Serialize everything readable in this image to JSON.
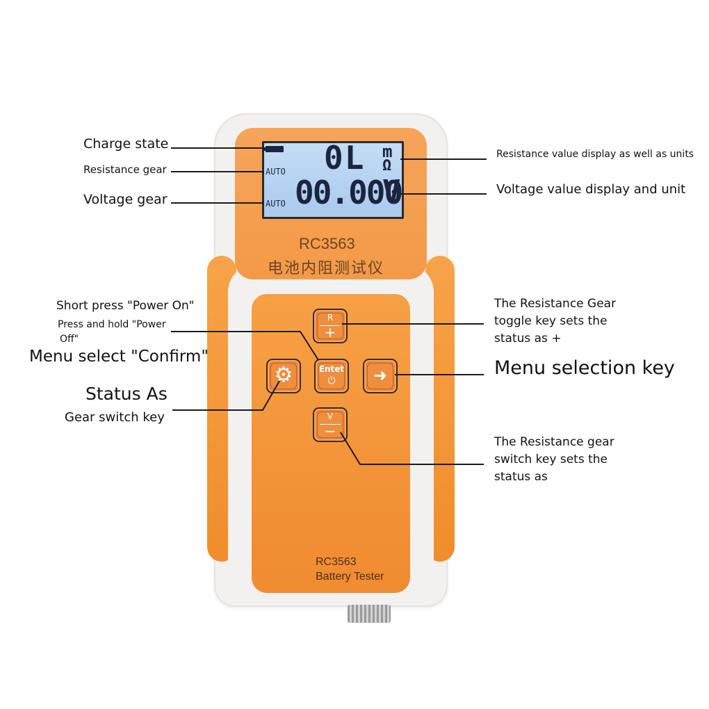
{
  "device": {
    "model_top": "RC3563",
    "chinese_name": "电池内阻测试仪",
    "model_bottom": "RC3563",
    "name_bottom": "Battery Tester",
    "lcd": {
      "resistance_reading": "0L",
      "resistance_unit_top": "m",
      "resistance_unit_bottom": "Ω",
      "voltage_reading": "00.000",
      "voltage_unit": "V",
      "resistance_gear": "AUTO",
      "voltage_gear": "AUTO"
    },
    "keys": {
      "r_top": "R",
      "r_bottom": "+",
      "enter_label": "Entet",
      "enter_power_glyph": "⏻",
      "right_arrow": "➜",
      "gear_glyph": "⚙",
      "v_top": "V",
      "v_bottom": "−"
    }
  },
  "labels": {
    "charge_state": "Charge state",
    "resistance_gear": "Resistance gear",
    "voltage_gear": "Voltage gear",
    "resistance_value_display": "Resistance value display as well as units",
    "voltage_value_display": "Voltage value display and unit",
    "short_press": "Short press \"Power On\"",
    "press_hold_line1": "Press and hold \"Power",
    "press_hold_line2": "Off\"",
    "menu_confirm": "Menu select \"Confirm\"",
    "status_as": "Status As",
    "gear_switch_key": "Gear switch key",
    "r_gear_toggle_line1": "The Resistance Gear",
    "r_gear_toggle_line2": "toggle key sets the",
    "r_gear_toggle_line3": "status as +",
    "menu_selection_key": "Menu selection key",
    "r_gear_switch_line1": "The Resistance gear",
    "r_gear_switch_line2": "switch key sets the",
    "r_gear_switch_line3": "status as"
  },
  "colors": {
    "device_orange": "#f39a48",
    "shell_white": "#f3f1ef",
    "lcd_blue": "#b5d2f1",
    "lcd_text": "#1b2540"
  }
}
